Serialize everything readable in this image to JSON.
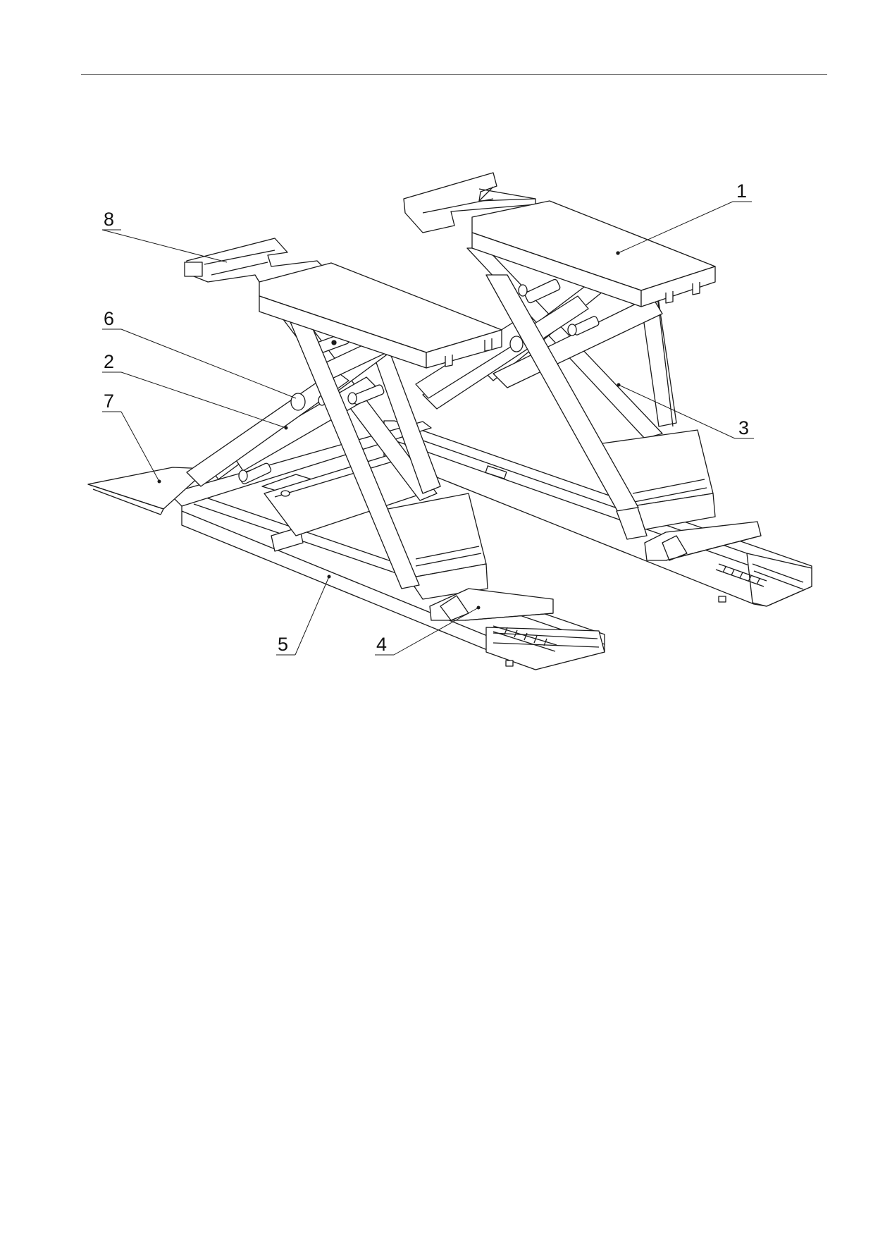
{
  "page": {
    "background": "#ffffff",
    "line_color": "#1a1a1a"
  },
  "callouts": [
    "1",
    "2",
    "3",
    "4",
    "5",
    "6",
    "7",
    "8"
  ]
}
